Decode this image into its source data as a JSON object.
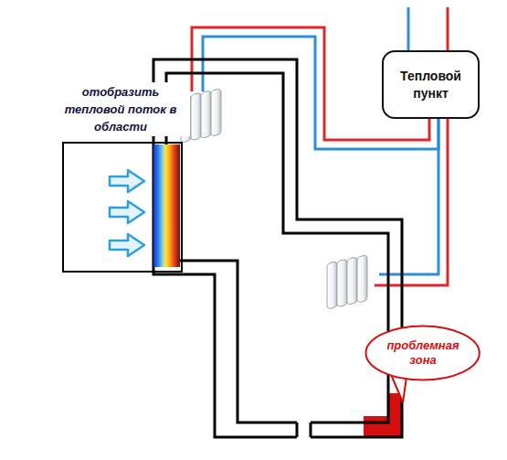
{
  "diagram": {
    "nodes": [
      {
        "text": [
          "отобразить тепловой поток в области"
        ]
      },
      {
        "text": [
          "Тепловой пункт"
        ]
      },
      {
        "text": [
          "проблемная зона"
        ]
      }
    ]
  }
}
